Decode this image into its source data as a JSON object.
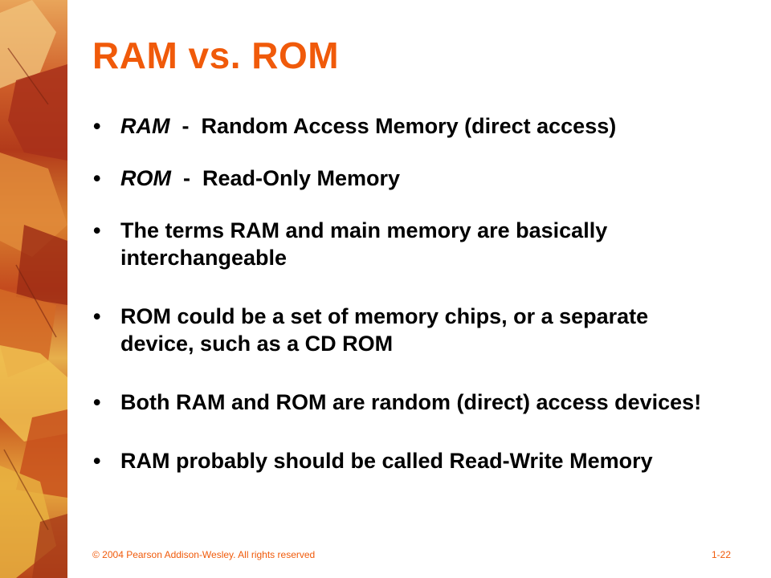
{
  "slide": {
    "title": "RAM vs. ROM",
    "bullets": [
      {
        "term": "RAM",
        "separator": "  -  ",
        "definition": "Random Access Memory (direct access)"
      },
      {
        "term": "ROM",
        "separator": "  -  ",
        "definition": "Read-Only Memory"
      },
      {
        "text": "The terms RAM and main memory are basically interchangeable"
      },
      {
        "text": "ROM could be a set of memory chips, or a separate device, such as a CD ROM"
      },
      {
        "text": "Both RAM and ROM are random (direct) access devices!"
      },
      {
        "text": "RAM probably should be called Read-Write Memory"
      }
    ],
    "bullet_symbol": "•"
  },
  "footer": {
    "copyright": "© 2004 Pearson Addison-Wesley. All rights reserved",
    "page_number": "1-22"
  },
  "decoration": {
    "image": "autumn-leaves-photo"
  },
  "colors": {
    "accent": "#f05a0a",
    "text": "#000000",
    "background": "#ffffff"
  }
}
